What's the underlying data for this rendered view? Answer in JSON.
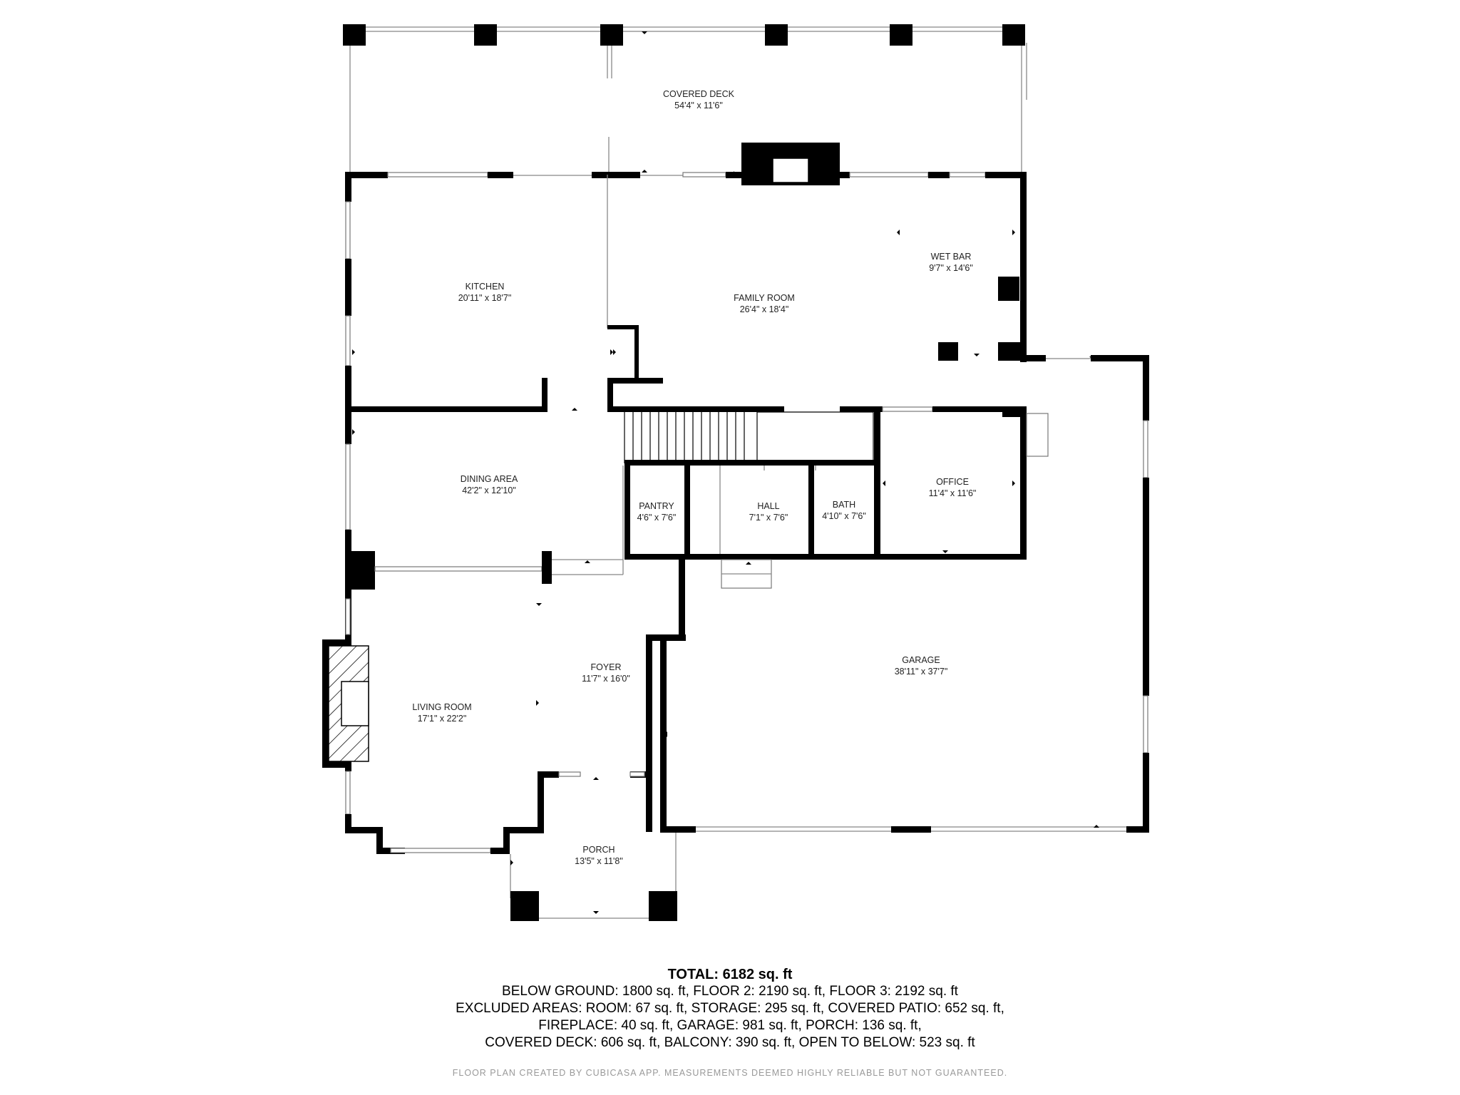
{
  "rooms": {
    "covered_deck": {
      "name": "COVERED DECK",
      "size": "54'4\" x 11'6\""
    },
    "kitchen": {
      "name": "KITCHEN",
      "size": "20'11\" x 18'7\""
    },
    "family_room": {
      "name": "FAMILY ROOM",
      "size": "26'4\" x 18'4\""
    },
    "wet_bar": {
      "name": "WET BAR",
      "size": "9'7\" x 14'6\""
    },
    "dining_area": {
      "name": "DINING AREA",
      "size": "42'2\" x 12'10\""
    },
    "pantry": {
      "name": "PANTRY",
      "size": "4'6\" x 7'6\""
    },
    "hall": {
      "name": "HALL",
      "size": "7'1\" x 7'6\""
    },
    "bath": {
      "name": "BATH",
      "size": "4'10\" x 7'6\""
    },
    "office": {
      "name": "OFFICE",
      "size": "11'4\" x 11'6\""
    },
    "garage": {
      "name": "GARAGE",
      "size": "38'11\" x 37'7\""
    },
    "foyer": {
      "name": "FOYER",
      "size": "11'7\" x 16'0\""
    },
    "living_room": {
      "name": "LIVING ROOM",
      "size": "17'1\" x 22'2\""
    },
    "porch": {
      "name": "PORCH",
      "size": "13'5\" x 11'8\""
    }
  },
  "summary": {
    "total": "TOTAL: 6182 sq. ft",
    "line1": "BELOW GROUND: 1800 sq. ft, FLOOR 2: 2190 sq. ft, FLOOR 3: 2192 sq. ft",
    "line2": "EXCLUDED AREAS: ROOM: 67 sq. ft, STORAGE: 295 sq. ft, COVERED PATIO: 652 sq. ft,",
    "line3": "FIREPLACE: 40 sq. ft, GARAGE: 981 sq. ft, PORCH: 136 sq. ft,",
    "line4": "COVERED DECK: 606 sq. ft, BALCONY: 390 sq. ft, OPEN TO BELOW: 523 sq. ft"
  },
  "disclaimer": "FLOOR PLAN CREATED BY CUBICASA APP. MEASUREMENTS DEEMED HIGHLY RELIABLE BUT NOT GUARANTEED."
}
